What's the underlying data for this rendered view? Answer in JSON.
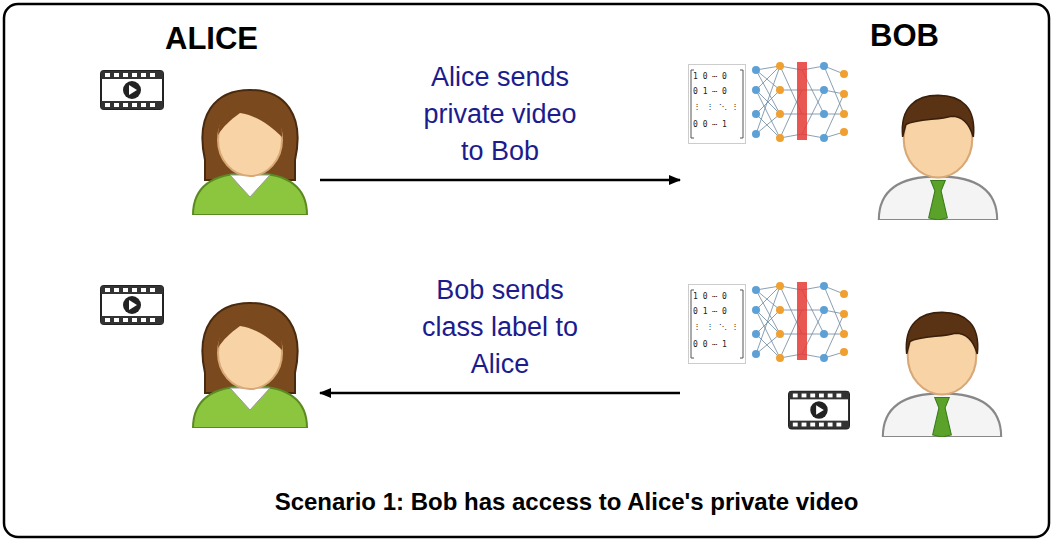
{
  "diagram": {
    "caption": "Scenario 1: Bob has access to Alice's private video",
    "nodes": [
      {
        "text": [
          "ALICE"
        ]
      },
      {
        "text": [
          "BOB"
        ]
      }
    ],
    "edges": [
      {
        "from": 0,
        "to": 1,
        "arrow": "to",
        "label": "Alice sends private video to Bob"
      },
      {
        "from": 1,
        "to": 0,
        "arrow": "to",
        "label": "Bob sends class label to Alice"
      }
    ],
    "labels": [
      "1 0 ⋯ 0",
      "0 1 ⋯ 0",
      "⋮ ⋮ ⋱ ⋮",
      "0 0 ⋯ 1",
      "1 0 ⋯ 0",
      "0 1 ⋯ 0",
      "⋮ ⋮ ⋱ ⋮",
      "0 0 ⋯ 1"
    ]
  }
}
